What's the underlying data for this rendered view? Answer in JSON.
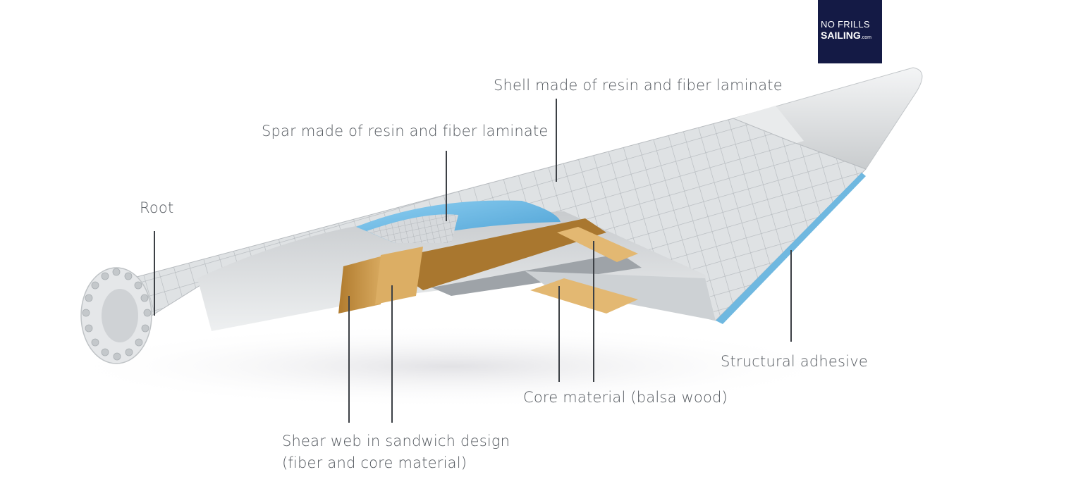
{
  "logo": {
    "line1": "NO FRILLS",
    "line2": "SAILING",
    "suffix": ".com"
  },
  "labels": {
    "root": "Root",
    "spar": "Spar made of resin and fiber laminate",
    "shell": "Shell made of resin and fiber laminate",
    "adhesive": "Structural adhesive",
    "core": "Core material (balsa wood)",
    "shear_line1": "Shear web in sandwich design",
    "shear_line2": "(fiber and core material)"
  },
  "colors": {
    "shell": "#dfe1e3",
    "grid": "#b9bdc1",
    "spar_blue": "#5fb0df",
    "balsa": "#c9974a",
    "adhesive": "#6fb8e0",
    "text": "#555a60",
    "logo_bg": "#141a45"
  }
}
